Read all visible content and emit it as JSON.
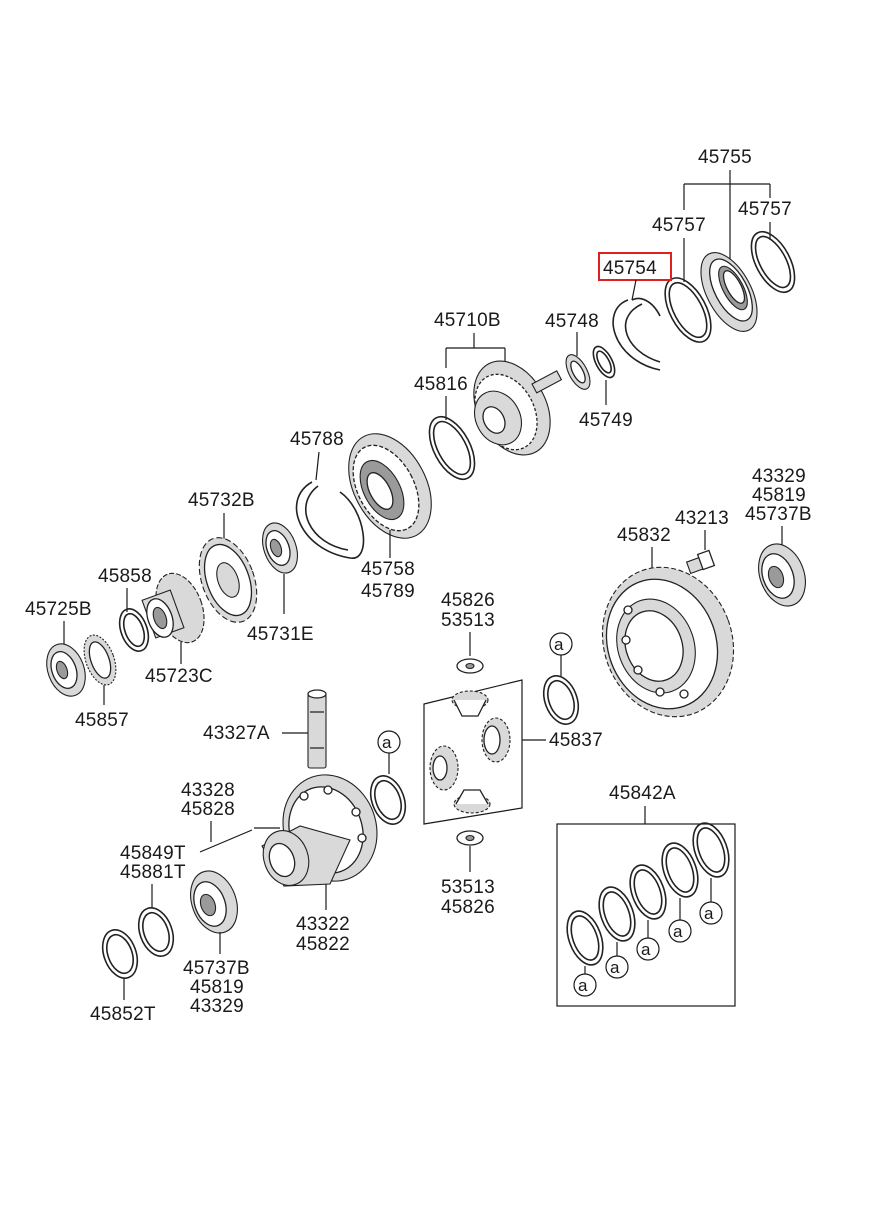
{
  "labels": {
    "p45755": "45755",
    "p45757a": "45757",
    "p45757b": "45757",
    "p45754": "45754",
    "p45748": "45748",
    "p45749": "45749",
    "p45710B": "45710B",
    "p45816": "45816",
    "p45788": "45788",
    "p45758": "45758",
    "p45789": "45789",
    "p45732B": "45732B",
    "p45731E": "45731E",
    "p45858": "45858",
    "p45725B": "45725B",
    "p45723C": "45723C",
    "p45857": "45857",
    "p43329a": "43329",
    "p45819a": "45819",
    "p45737Ba": "45737B",
    "p45832": "45832",
    "p43213": "43213",
    "p45826a": "45826",
    "p53513a": "53513",
    "p45837": "45837",
    "p43327A": "43327A",
    "p43328": "43328",
    "p45828": "45828",
    "p45849T": "45849T",
    "p45881T": "45881T",
    "p43322": "43322",
    "p45822": "45822",
    "p53513b": "53513",
    "p45826b": "45826",
    "p45737Bb": "45737B",
    "p45819b": "45819",
    "p43329b": "43329",
    "p45852T": "45852T",
    "p45842A": "45842A"
  },
  "callout": "a",
  "highlight_part": "45754",
  "colors": {
    "highlight": "#e0201f",
    "ink": "#1a1a1a"
  }
}
